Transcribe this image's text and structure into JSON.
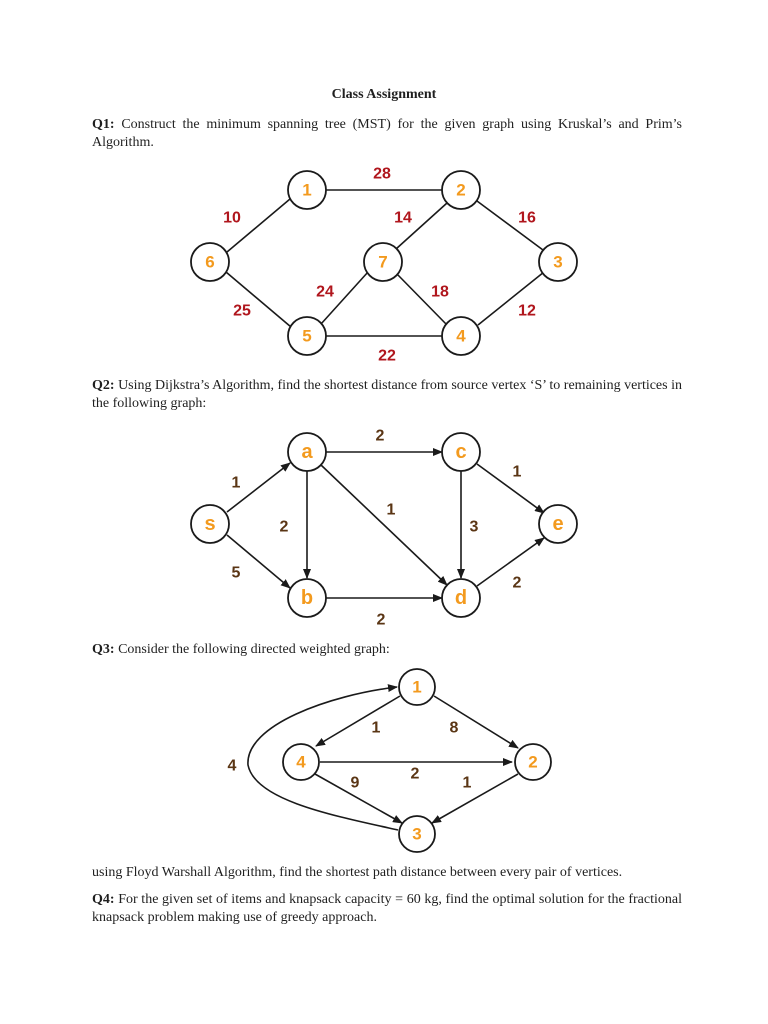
{
  "title": "Class Assignment",
  "q1": {
    "label": "Q1:",
    "text": " Construct the minimum spanning tree (MST) for the given graph using Kruskal’s and Prim’s Algorithm.",
    "nodes": [
      "1",
      "2",
      "3",
      "4",
      "5",
      "6",
      "7"
    ],
    "weights": [
      "28",
      "10",
      "14",
      "16",
      "24",
      "18",
      "25",
      "12",
      "22"
    ]
  },
  "q2": {
    "label": "Q2:",
    "text": " Using Dijkstra’s Algorithm, find the shortest distance from source vertex ‘S’ to remaining vertices in the following graph:",
    "nodes": [
      "s",
      "a",
      "b",
      "c",
      "d",
      "e"
    ],
    "weights": [
      "2",
      "1",
      "1",
      "3",
      "2",
      "5",
      "2",
      "2",
      "1"
    ]
  },
  "q3": {
    "label": "Q3:",
    "text": " Consider the following directed weighted graph:",
    "nodes": [
      "1",
      "2",
      "3",
      "4"
    ],
    "weights": [
      "1",
      "8",
      "4",
      "9",
      "2",
      "1"
    ],
    "followup": "using Floyd Warshall Algorithm, find the shortest path distance between every pair of vertices."
  },
  "q4": {
    "label": "Q4:",
    "text": " For the given set of items and knapsack capacity = 60 kg, find the optimal solution for the fractional knapsack problem making use of greedy approach."
  },
  "colors": {
    "node_label": "#f39a1e",
    "weight_q1": "#b0161d",
    "weight_q2_q3": "#5a3514"
  }
}
